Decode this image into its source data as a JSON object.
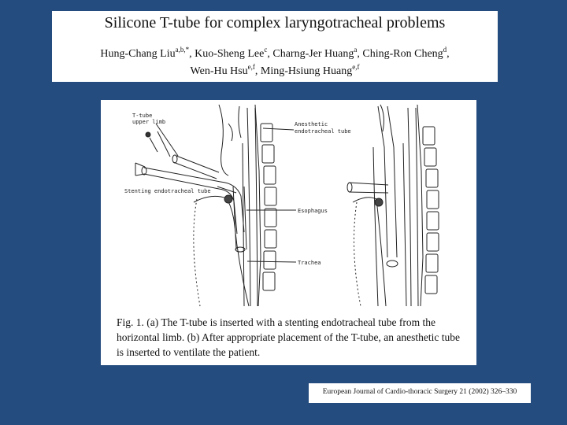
{
  "paper": {
    "title": "Silicone T-tube for complex laryngotracheal problems",
    "authors_line1": [
      {
        "name": "Hung-Chang Liu",
        "sup": "a,b,*",
        "sep": ", "
      },
      {
        "name": "Kuo-Sheng Lee",
        "sup": "c",
        "sep": ", "
      },
      {
        "name": "Charng-Jer Huang",
        "sup": "a",
        "sep": ", "
      },
      {
        "name": "Ching-Ron Cheng",
        "sup": "d",
        "sep": ","
      }
    ],
    "authors_line2": [
      {
        "name": "Wen-Hu Hsu",
        "sup": "e,f",
        "sep": ", "
      },
      {
        "name": "Ming-Hsiung Huang",
        "sup": "e,f",
        "sep": ""
      }
    ]
  },
  "figure": {
    "labels": {
      "t_tube_line1": "T-tube",
      "t_tube_line2": "upper limb",
      "stenting_tube": "Stenting endotracheal tube",
      "anesthetic_line1": "Anesthetic",
      "anesthetic_line2": "endotracheal tube",
      "esophagus": "Esophagus",
      "trachea": "Trachea"
    },
    "caption": "Fig. 1. (a) The T-tube is inserted with a stenting endotracheal tube from the horizontal limb. (b) After appropriate placement of the T-tube, an anesthetic tube is inserted to ventilate the patient."
  },
  "citation": "European Journal of Cardio-thoracic Surgery 21 (2002) 326–330"
}
